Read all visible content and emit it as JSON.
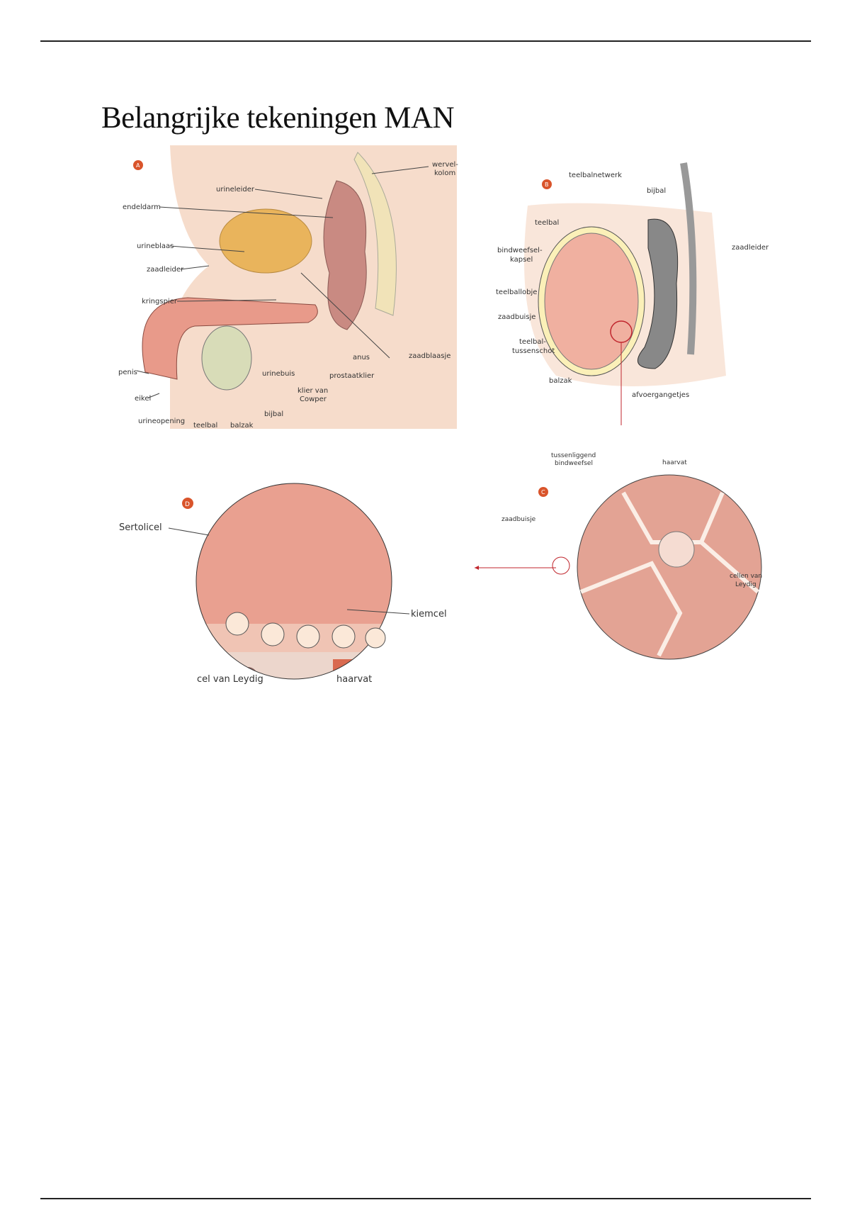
{
  "page": {
    "title": "Belangrijke tekeningen MAN"
  },
  "figure_a": {
    "badge": "A",
    "labels": [
      "urineleider",
      "endeldarm",
      "urineblaas",
      "zaadleider",
      "kringspier",
      "penis",
      "eikel",
      "urineopening",
      "teelbal",
      "balzak",
      "bijbal",
      "urinebuis",
      "klier van",
      "Cowper",
      "prostaatklier",
      "anus",
      "zaadblaasje",
      "wervel-",
      "kolom"
    ]
  },
  "figure_b": {
    "badge": "B",
    "labels": [
      "teelbalnetwerk",
      "bijbal",
      "teelbal",
      "bindweefsel-",
      "kapsel",
      "teelballobje",
      "zaadbuisje",
      "teelbal-",
      "tussenschot",
      "balzak",
      "afvoergangetjes",
      "zaadleider"
    ]
  },
  "figure_c": {
    "badge": "C",
    "labels": [
      "tussenliggend",
      "bindweefsel",
      "haarvat",
      "zaadbuisje",
      "cellen van",
      "Leydig"
    ]
  },
  "figure_d": {
    "badge": "D",
    "labels": [
      "Sertolicel",
      "kiemcel",
      "cel van Leydig",
      "haarvat"
    ]
  },
  "colors": {
    "badge": "#d9542b",
    "skin": "#f6dccb",
    "arrow": "#c0262d"
  }
}
